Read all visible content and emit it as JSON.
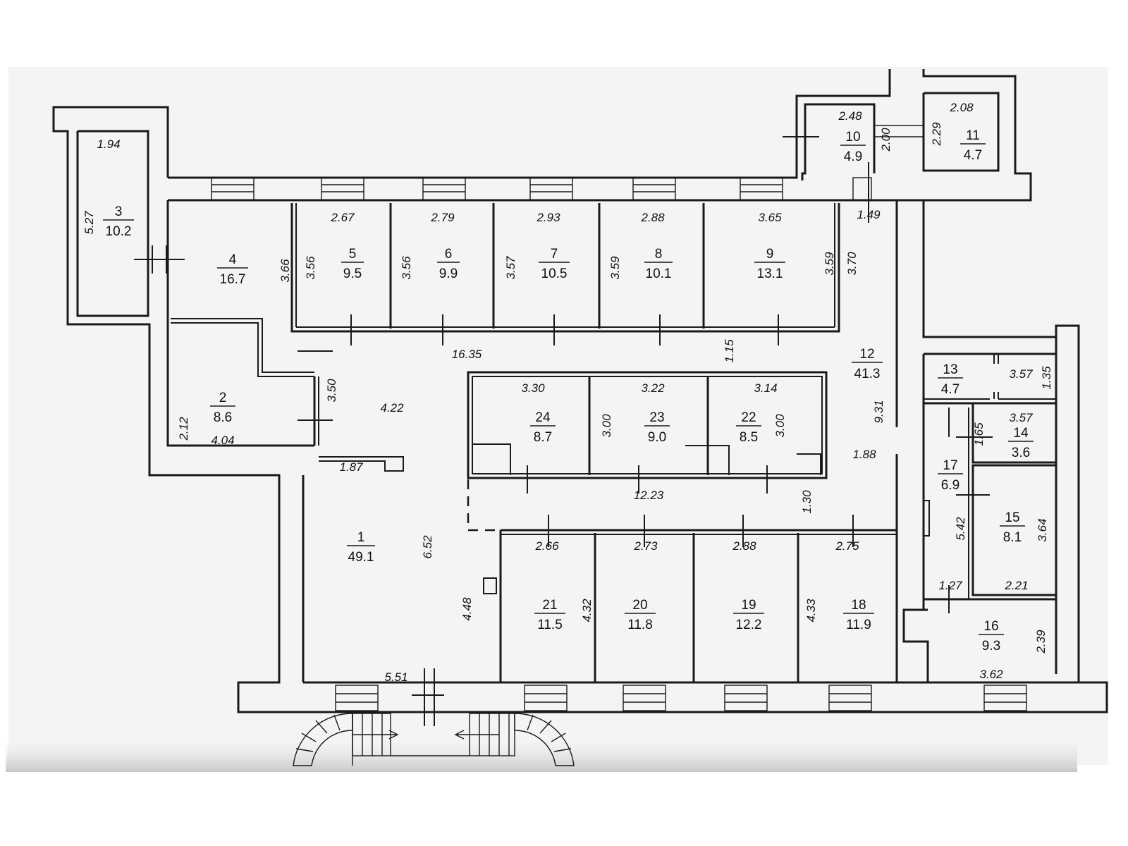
{
  "rooms": [
    {
      "id": "room-1",
      "number": "1",
      "area": "49.1"
    },
    {
      "id": "room-2",
      "number": "2",
      "area": "8.6"
    },
    {
      "id": "room-3",
      "number": "3",
      "area": "10.2"
    },
    {
      "id": "room-4",
      "number": "4",
      "area": "16.7"
    },
    {
      "id": "room-5",
      "number": "5",
      "area": "9.5"
    },
    {
      "id": "room-6",
      "number": "6",
      "area": "9.9"
    },
    {
      "id": "room-7",
      "number": "7",
      "area": "10.5"
    },
    {
      "id": "room-8",
      "number": "8",
      "area": "10.1"
    },
    {
      "id": "room-9",
      "number": "9",
      "area": "13.1"
    },
    {
      "id": "room-10",
      "number": "10",
      "area": "4.9"
    },
    {
      "id": "room-11",
      "number": "11",
      "area": "4.7"
    },
    {
      "id": "room-12",
      "number": "12",
      "area": "41.3"
    },
    {
      "id": "room-13",
      "number": "13",
      "area": "4.7"
    },
    {
      "id": "room-14",
      "number": "14",
      "area": "3.6"
    },
    {
      "id": "room-15",
      "number": "15",
      "area": "8.1"
    },
    {
      "id": "room-16",
      "number": "16",
      "area": "9.3"
    },
    {
      "id": "room-17",
      "number": "17",
      "area": "6.9"
    },
    {
      "id": "room-18",
      "number": "18",
      "area": "11.9"
    },
    {
      "id": "room-19",
      "number": "19",
      "area": "12.2"
    },
    {
      "id": "room-20",
      "number": "20",
      "area": "11.8"
    },
    {
      "id": "room-21",
      "number": "21",
      "area": "11.5"
    },
    {
      "id": "room-22",
      "number": "22",
      "area": "8.5"
    },
    {
      "id": "room-23",
      "number": "23",
      "area": "9.0"
    },
    {
      "id": "room-24",
      "number": "24",
      "area": "8.7"
    }
  ],
  "dimensions": {
    "d_1_94": "1.94",
    "d_5_27": "5.27",
    "d_2_48": "2.48",
    "d_2_00": "2.00",
    "d_2_29": "2.29",
    "d_2_08": "2.08",
    "d_1_49": "1.49",
    "d_3_66": "3.66",
    "d_3_56a": "3.56",
    "d_2_67": "2.67",
    "d_3_56b": "3.56",
    "d_2_79": "2.79",
    "d_3_57a": "3.57",
    "d_2_93": "2.93",
    "d_3_59a": "3.59",
    "d_2_88a": "2.88",
    "d_3_65": "3.65",
    "d_3_59b": "3.59",
    "d_3_70": "3.70",
    "d_16_35": "16.35",
    "d_1_15": "1.15",
    "d_3_50": "3.50",
    "d_2_12": "2.12",
    "d_4_04": "4.04",
    "d_4_22": "4.22",
    "d_1_87": "1.87",
    "d_3_30": "3.30",
    "d_3_22": "3.22",
    "d_3_14": "3.14",
    "d_3_00a": "3.00",
    "d_3_00b": "3.00",
    "d_12_23": "12.23",
    "d_9_31": "9.31",
    "d_1_88": "1.88",
    "d_1_30": "1.30",
    "d_6_52": "6.52",
    "d_4_48": "4.48",
    "d_2_66": "2.66",
    "d_2_73": "2.73",
    "d_2_88b": "2.88",
    "d_2_75": "2.75",
    "d_4_32": "4.32",
    "d_4_33": "4.33",
    "d_5_51": "5.51",
    "d_3_57b": "3.57",
    "d_1_35": "1.35",
    "d_3_57c": "3.57",
    "d_1_65": "1.65",
    "d_5_42": "5.42",
    "d_3_64": "3.64",
    "d_1_27": "1.27",
    "d_2_21": "2.21",
    "d_2_39": "2.39",
    "d_3_62": "3.62"
  }
}
